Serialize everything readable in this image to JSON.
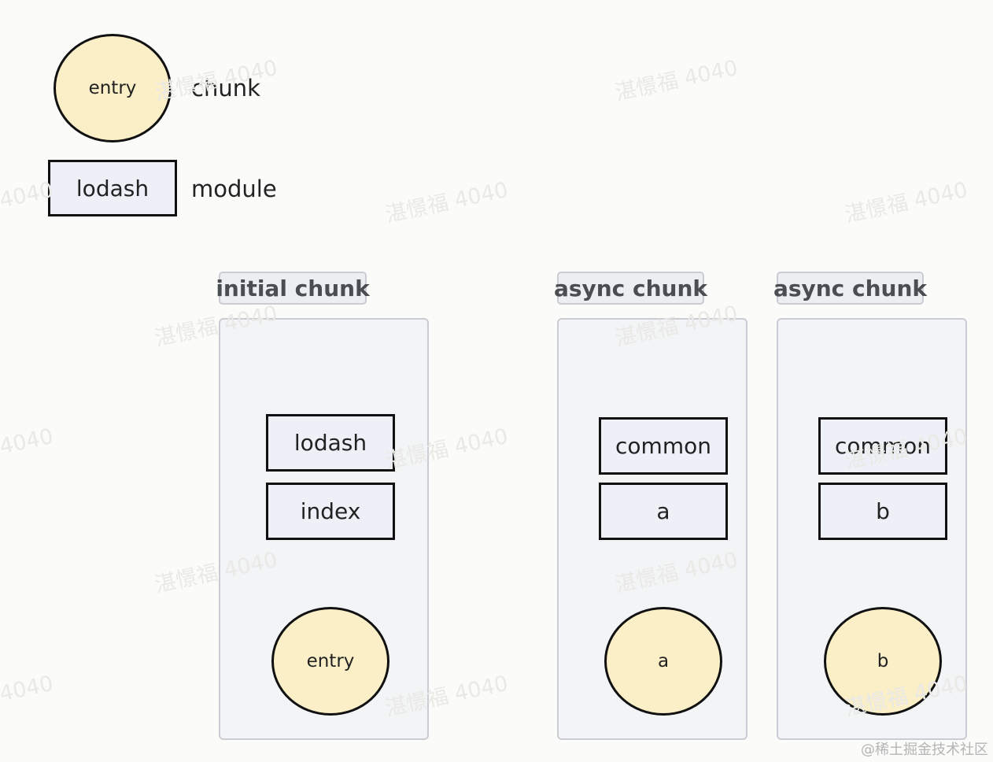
{
  "legend": {
    "chunk_symbol_label": "entry",
    "chunk_text": "chunk",
    "module_symbol_label": "lodash",
    "module_text": "module"
  },
  "chunks": [
    {
      "title": "initial chunk",
      "modules": [
        "lodash",
        "index"
      ],
      "entry": "entry"
    },
    {
      "title": "async chunk",
      "modules": [
        "common",
        "a"
      ],
      "entry": "a"
    },
    {
      "title": "async chunk",
      "modules": [
        "common",
        "b"
      ],
      "entry": "b"
    }
  ],
  "watermark": "湛憬福 4040",
  "credit": "@稀土掘金技术社区",
  "colors": {
    "entry_fill": "#fbefc8",
    "module_fill": "#edf0f7",
    "chunk_fill": "#f2f4f6",
    "chunk_border": "#c9ccd2",
    "stroke": "#111111"
  }
}
